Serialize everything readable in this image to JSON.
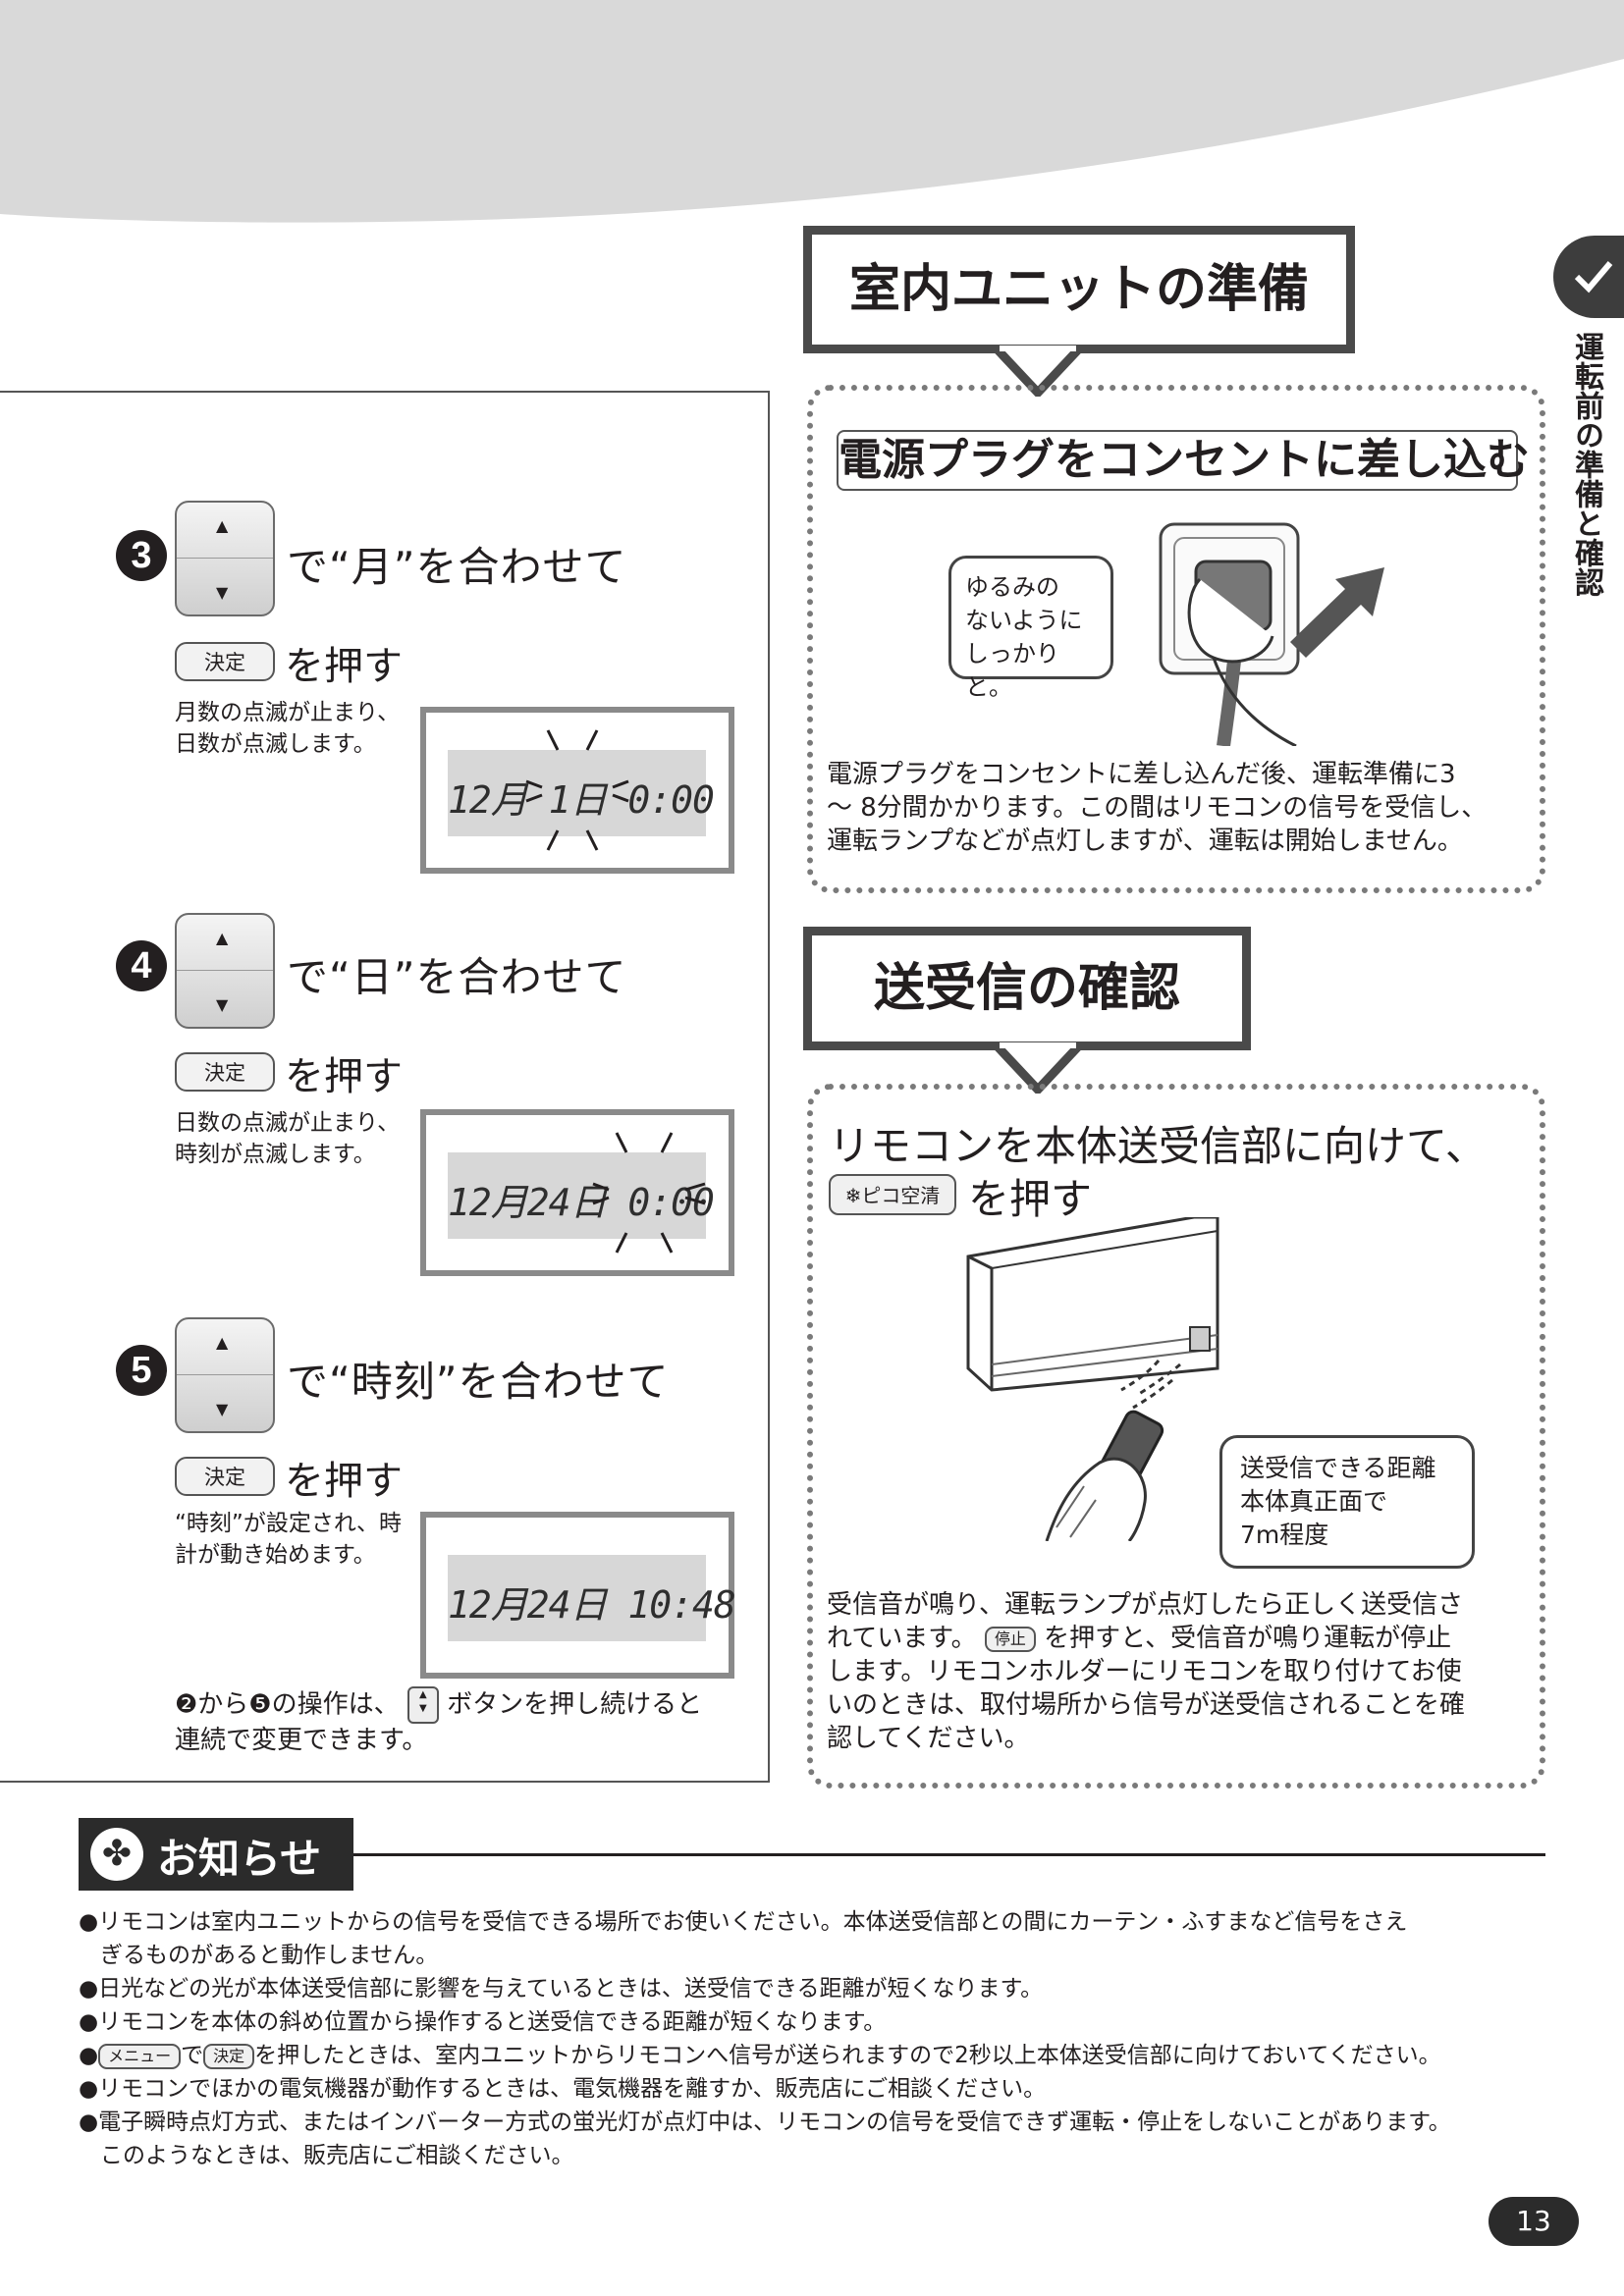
{
  "side_tab": {
    "label": "運転前の準備と確認"
  },
  "steps": [
    {
      "num": "3",
      "title": "で“月”を合わせて",
      "button": "決定",
      "push": "を押す",
      "note": "月数の点滅が止まり、日数が点滅します。",
      "lcd": "12月 1日 0:00"
    },
    {
      "num": "4",
      "title": "で“日”を合わせて",
      "button": "決定",
      "push": "を押す",
      "note": "日数の点滅が止まり、時刻が点滅します。",
      "lcd": "12月24日 0:00"
    },
    {
      "num": "5",
      "title": "で“時刻”を合わせて",
      "button": "決定",
      "push": "を押す",
      "note": "“時刻”が設定され、時計が動き始めます。",
      "lcd": "12月24日 10:48"
    }
  ],
  "left_footnote": {
    "line1_a": "❷から❺の操作は、",
    "line1_b": "ボタンを押し続けると",
    "line2": "連続で変更できます。"
  },
  "indoor_prep": {
    "title": "室内ユニットの準備",
    "heading": "電源プラグをコンセントに差し込む",
    "bubble": [
      "ゆるみの",
      "ないように",
      "しっかりと。"
    ],
    "text": [
      "電源プラグをコンセントに差し込んだ後、運転準備に3",
      "～ 8分間かかります。この間はリモコンの信号を受信し、",
      "運転ランプなどが点灯しますが、運転は開始しません。"
    ]
  },
  "signal_check": {
    "title": "送受信の確認",
    "heading1": "リモコンを本体送受信部に向けて、",
    "button": "❄ピコ空清",
    "heading2": "を押す",
    "bubble": [
      "送受信できる距離",
      "本体真正面で",
      "7m程度"
    ],
    "text1_a": "受信音が鳴り、運転ランプが点灯したら正しく送受信さ",
    "text2_a": "れています。",
    "stop_button": "停止",
    "text2_b": "を押すと、受信音が鳴り運転が停止",
    "text3": "します。リモコンホルダーにリモコンを取り付けてお使",
    "text4": "いのときは、取付場所から信号が送受信されることを確",
    "text5": "認してください。"
  },
  "notice": {
    "title": "お知らせ",
    "b1a": "●リモコンは室内ユニットからの信号を受信できる場所でお使いください。本体送受信部との間にカーテン・ふすまなど信号をさえ",
    "b1b": "ぎるものがあると動作しません。",
    "b2": "●日光などの光が本体送受信部に影響を与えているときは、送受信できる距離が短くなります。",
    "b3": "●リモコンを本体の斜め位置から操作すると送受信できる距離が短くなります。",
    "b4_menu": "メニュー",
    "b4_de": "で",
    "b4_kettei": "決定",
    "b4_rest": "を押したときは、室内ユニットからリモコンへ信号が送られますので2秒以上本体送受信部に向けておいてください。",
    "b5": "●リモコンでほかの電気機器が動作するときは、電気機器を離すか、販売店にご相談ください。",
    "b6a": "●電子瞬時点灯方式、またはインバーター方式の蛍光灯が点灯中は、リモコンの信号を受信できず運転・停止をしないことがあります。",
    "b6b": "このようなときは、販売店にご相談ください。"
  },
  "page_number": "13"
}
